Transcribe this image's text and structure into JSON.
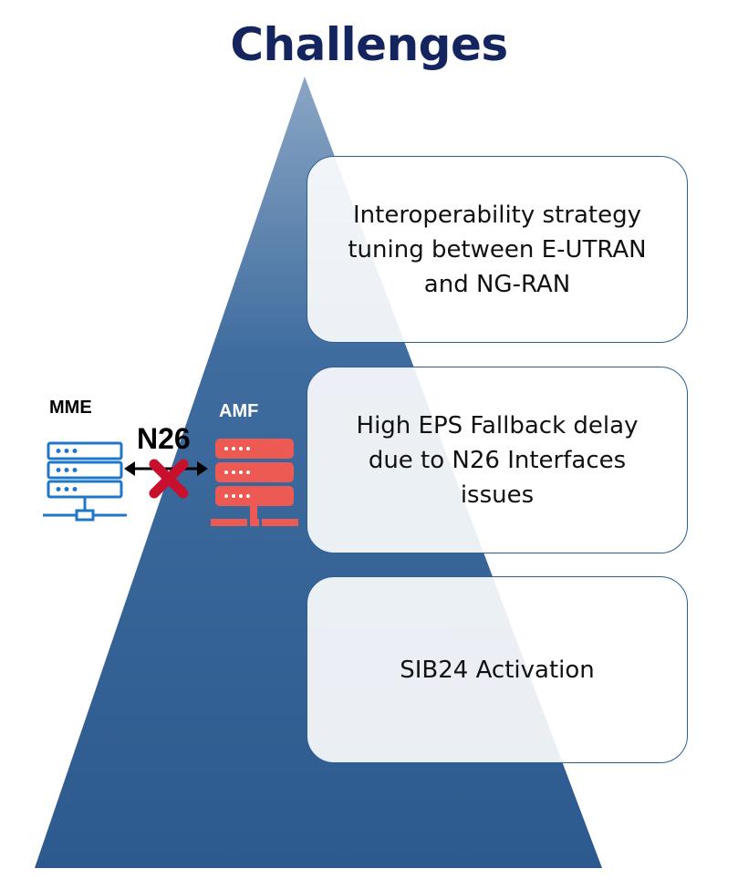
{
  "title": "Challenges",
  "boxes": [
    {
      "text": "Interoperability strategy tuning between E-UTRAN and NG-RAN"
    },
    {
      "text": "High EPS Fallback delay due to N26 Interfaces issues"
    },
    {
      "text": "SIB24 Activation"
    }
  ],
  "interface": {
    "left_node": "MME",
    "right_node": "AMF",
    "link_label": "N26",
    "link_status_icon": "red-x-icon"
  },
  "colors": {
    "title": "#14245e",
    "pyramid_top": "#7f9cbc",
    "pyramid_bottom": "#2e5a8f",
    "mme_icon": "#1f77c9",
    "amf_icon": "#ec5a53",
    "x_mark": "#c8102e"
  }
}
